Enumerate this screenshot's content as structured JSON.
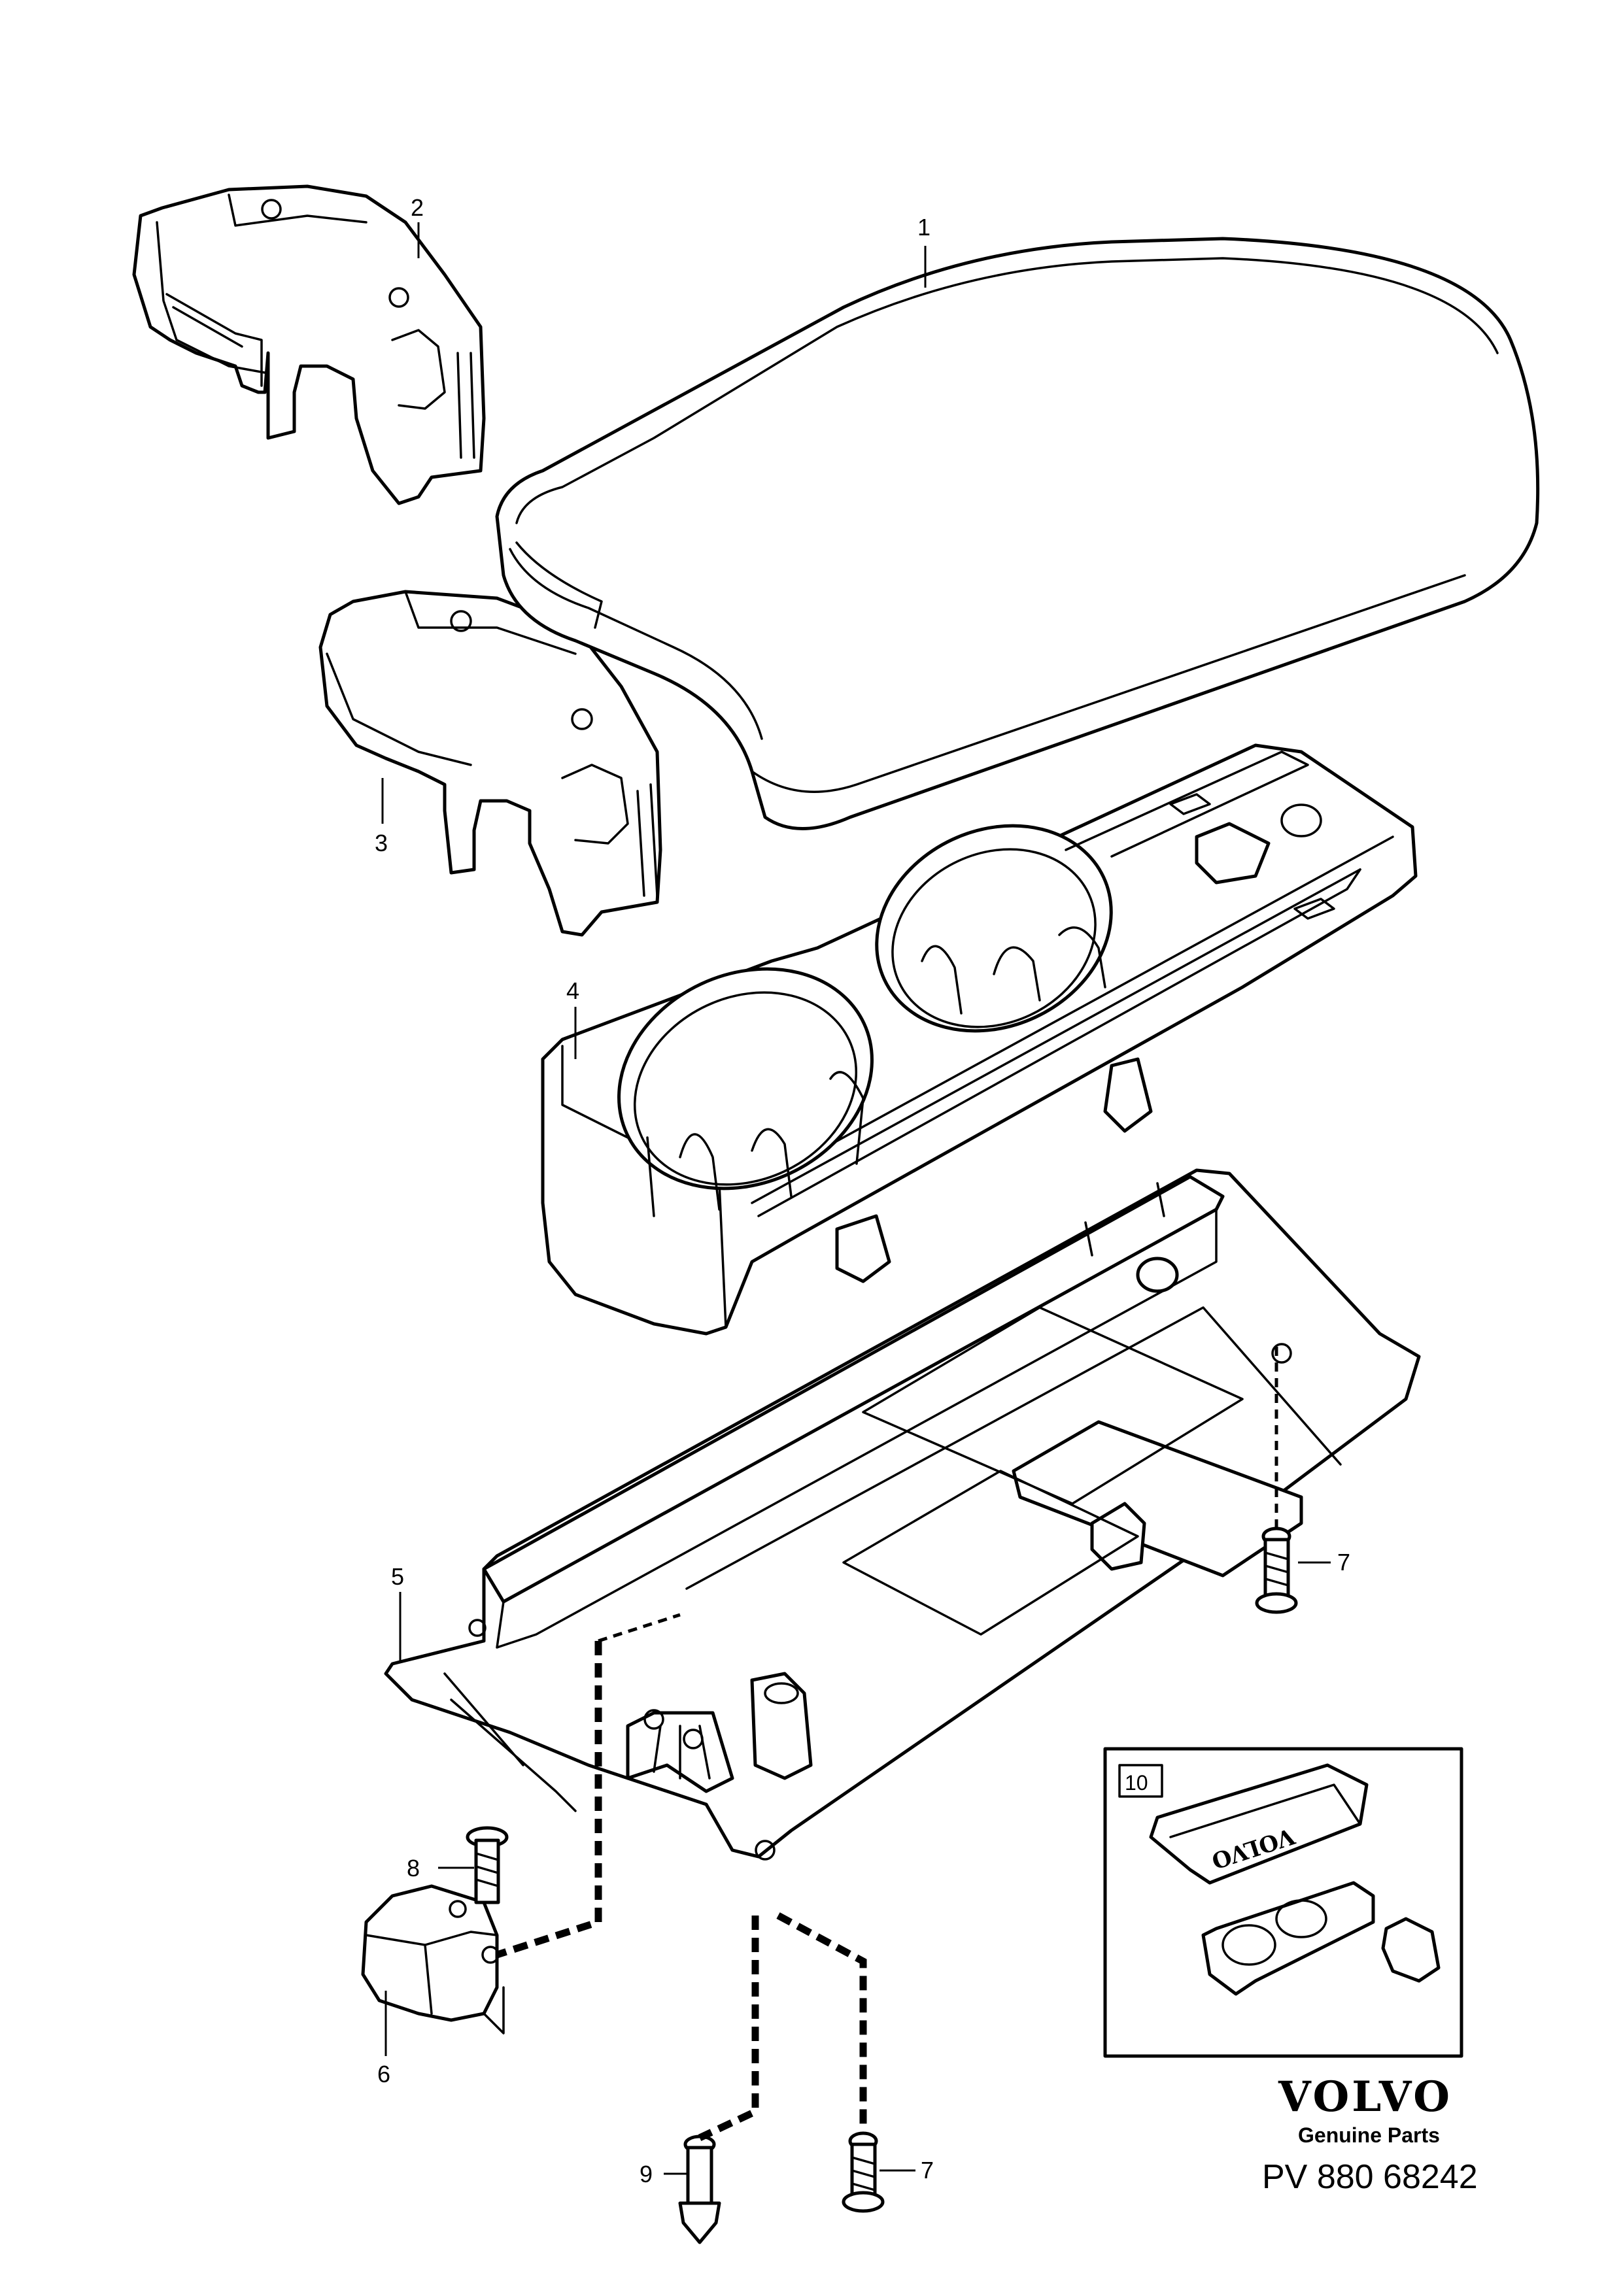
{
  "callouts": {
    "c1": "1",
    "c2": "2",
    "c3": "3",
    "c4": "4",
    "c5": "5",
    "c6": "6",
    "c7a": "7",
    "c7b": "7",
    "c8": "8",
    "c9": "9",
    "c10": "10"
  },
  "kit_inset": {
    "box_text": "VOLVO"
  },
  "brand": {
    "logo_text": "VOLVO",
    "tagline": "Genuine Parts",
    "part_number": "PV 880 68242"
  }
}
